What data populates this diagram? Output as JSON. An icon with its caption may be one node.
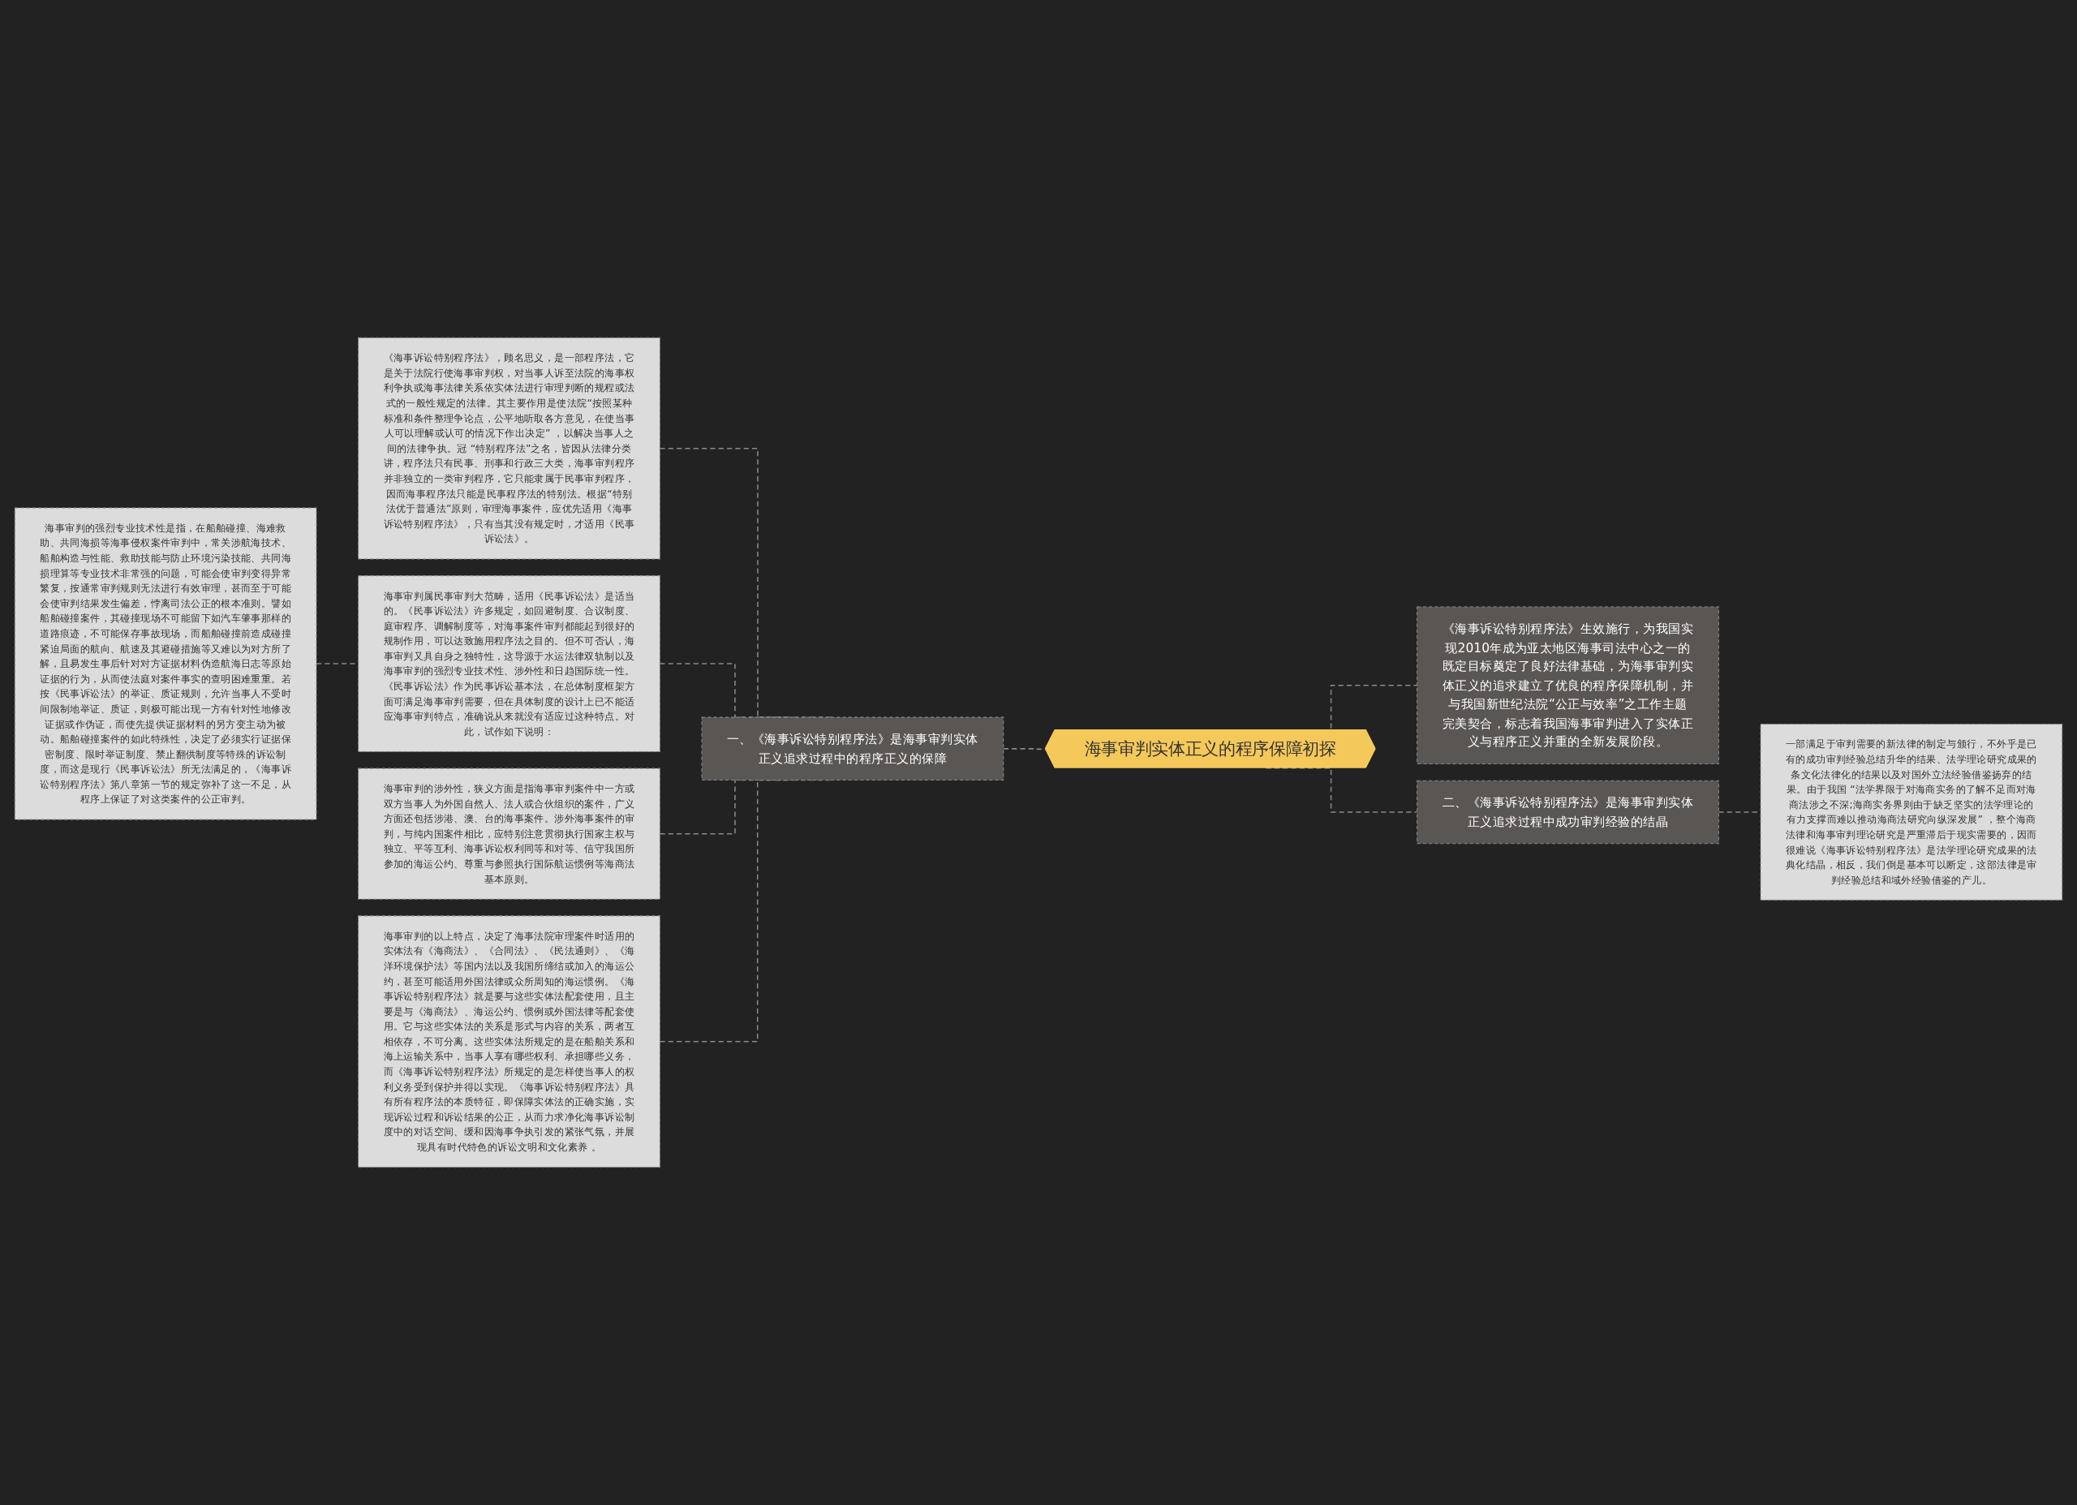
{
  "diagram": {
    "nodes": [
      {
        "text": [
          "海事审判实体正义的程序保障初探"
        ]
      },
      {
        "text": [
          "一、《海事诉讼特别程序法》是海事审判实体正义追求过程中的程序正义的保障"
        ]
      },
      {
        "text": [
          "《海事诉讼特别程序法》，顾名思义，是一部程序法，它是关于法院行使海事审判权，对当事人诉至法院的海事权利争执或海事法律关系依实体法进行审理判断的规程或法式的一般性规定的法律。其主要作用是使法院“按照某种标准和条件整理争论点，公平地听取各方意见，在使当事人可以理解或认可的情况下作出决定” ，以解决当事人之间的法律争执。冠 “特别程序法”之名，皆因从法律分类讲，程序法只有民事、刑事和行政三大类，海事审判程序并非独立的一类审判程序，它只能隶属于民事审判程序，因而海事程序法只能是民事程序法的特别法。根据“特别法优于普通法”原则，审理海事案件，应优先适用《海事诉讼特别程序法》，只有当其没有规定时，才适用《民事诉讼法》。"
        ]
      },
      {
        "text": [
          "海事审判属民事审判大范畴，适用《民事诉讼法》是适当的。《民事诉讼法》许多规定，如回避制度、合议制度、庭审程序、调解制度等，对海事案件审判都能起到很好的规制作用，可以达致施用程序法之目的。但不可否认，海事审判又具自身之独特性，这导源于水运法律双轨制以及海事审判的强烈专业技术性、涉外性和日趋国际统一性。《民事诉讼法》作为民事诉讼基本法，在总体制度框架方面可满足海事审判需要，但在具体制度的设计上已不能适应海事审判特点，准确说从来就没有适应过这种特点。对此，试作如下说明："
        ]
      },
      {
        "text": [
          "海事审判的强烈专业技术性是指，在船舶碰撞、海难救助、共同海损等海事侵权案件审判中，常关涉航海技术、船舶构造与性能、救助技能与防止环境污染技能、共同海损理算等专业技术非常强的问题，可能会使审判变得异常繁复，按通常审判规则无法进行有效审理，甚而至于可能会使审判结果发生偏差，悖离司法公正的根本准则。譬如船舶碰撞案件，其碰撞现场不可能留下如汽车肇事那样的道路痕迹，不可能保存事故现场，而船舶碰撞前造成碰撞紧迫局面的航向、航速及其避碰措施等又难以为对方所了解，且易发生事后针对对方证据材料伪造航海日志等原始证据的行为，从而使法庭对案件事实的查明困难重重。若按《民事诉讼法》的举证、质证规则，允许当事人不受时间限制地举证、质证，则极可能出现一方有针对性地修改证据或作伪证，而使先提供证据材料的另方变主动为被动。船舶碰撞案件的如此特殊性，决定了必须实行证据保密制度、限时举证制度、禁止翻供制度等特殊的诉讼制度，而这是现行《民事诉讼法》所无法满足的，《海事诉讼特别程序法》第八章第一节的规定弥补了这一不足，从程序上保证了对这类案件的公正审判。"
        ]
      },
      {
        "text": [
          "海事审判的涉外性，狭义方面是指海事审判案件中一方或双方当事人为外国自然人、法人或合伙组织的案件，广义方面还包括涉港、澳、台的海事案件。涉外海事案件的审判，与纯内国案件相比，应特别注意贯彻执行国家主权与独立、平等互利、海事诉讼权利同等和对等、信守我国所参加的海运公约、尊重与参照执行国际航运惯例等海商法基本原则。"
        ]
      },
      {
        "text": [
          "海事审判的以上特点，决定了海事法院审理案件时适用的实体法有《海商法》、《合同法》、《民法通则》、《海洋环境保护法》等国内法以及我国所缔结或加入的海运公约，甚至可能适用外国法律或众所周知的海运惯例。《海事诉讼特别程序法》就是要与这些实体法配套使用，且主要是与《海商法》、海运公约、惯例或外国法律等配套使用。它与这些实体法的关系是形式与内容的关系，两者互相依存，不可分离。这些实体法所规定的是在船舶关系和海上运输关系中，当事人享有哪些权利、承担哪些义务，而《海事诉讼特别程序法》所规定的是怎样使当事人的权利义务受到保护并得以实现。《海事诉讼特别程序法》具有所有程序法的本质特征，即保障实体法的正确实施，实现诉讼过程和诉讼结果的公正，从而力求净化海事诉讼制度中的对话空间、缓和因海事争执引发的紧张气氛，并展现具有时代特色的诉讼文明和文化素养 。"
        ]
      },
      {
        "text": [
          "《海事诉讼特别程序法》生效施行，为我国实现2010年成为亚太地区海事司法中心之一的既定目标奠定了良好法律基础，为海事审判实体正义的追求建立了优良的程序保障机制，并与我国新世纪法院“公正与效率”之工作主题完美契合，标志着我国海事审判进入了实体正义与程序正义并重的全新发展阶段。"
        ]
      },
      {
        "text": [
          "二、《海事诉讼特别程序法》是海事审判实体正义追求过程中成功审判经验的结晶"
        ]
      },
      {
        "text": [
          "一部满足于审判需要的新法律的制定与颁行，不外乎是已有的成功审判经验总结升华的结果、法学理论研究成果的条文化法律化的结果以及对国外立法经验借鉴扬弃的结果。由于我国 “法学界限于对海商实务的了解不足而对海商法涉之不深;海商实务界则由于缺乏坚实的法学理论的有力支撑而难以推动海商法研究向纵深发展” ，整个海商法律和海事审判理论研究是严重滞后于现实需要的，因而很难说《海事诉讼特别程序法》是法学理论研究成果的法典化结晶，相反，我们倒是基本可以断定，这部法律是审判经验总结和域外经验借鉴的产儿。"
        ]
      }
    ],
    "edges": [
      {
        "from": 0,
        "to": 1,
        "arrow": "none",
        "style": "dashed"
      },
      {
        "from": 1,
        "to": 2,
        "arrow": "none",
        "style": "dashed"
      },
      {
        "from": 1,
        "to": 3,
        "arrow": "none",
        "style": "dashed"
      },
      {
        "from": 3,
        "to": 4,
        "arrow": "none",
        "style": "dashed"
      },
      {
        "from": 1,
        "to": 5,
        "arrow": "none",
        "style": "dashed"
      },
      {
        "from": 1,
        "to": 6,
        "arrow": "none",
        "style": "dashed"
      },
      {
        "from": 0,
        "to": 7,
        "arrow": "none",
        "style": "dashed"
      },
      {
        "from": 0,
        "to": 8,
        "arrow": "none",
        "style": "dashed"
      },
      {
        "from": 8,
        "to": 9,
        "arrow": "none",
        "style": "dashed"
      }
    ]
  }
}
